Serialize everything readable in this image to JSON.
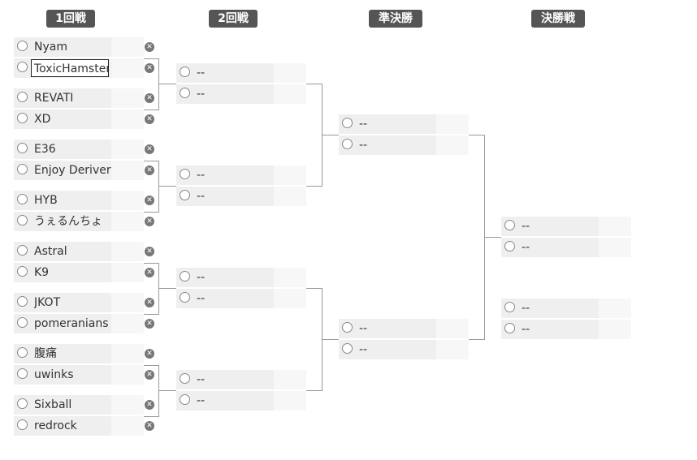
{
  "rounds": [
    {
      "title": "1回戦"
    },
    {
      "title": "2回戦"
    },
    {
      "title": "準決勝"
    },
    {
      "title": "決勝戦"
    }
  ],
  "round1": {
    "teams": [
      "Nyam",
      "ToxicHamster",
      "REVATI",
      "XD",
      "E36",
      "Enjoy Derivery",
      "HYB",
      "うぇるんちょ",
      "Astral",
      "K9",
      "JKOT",
      "pomeranians",
      "腹痛",
      "uwinks",
      "Sixball",
      "redrock"
    ]
  },
  "round2": {
    "teams": [
      "--",
      "--",
      "--",
      "--",
      "--",
      "--",
      "--",
      "--"
    ]
  },
  "semifinal": {
    "teams": [
      "--",
      "--",
      "--",
      "--"
    ]
  },
  "final": {
    "teams": [
      "--",
      "--"
    ]
  },
  "third_place": {
    "teams": [
      "--",
      "--"
    ]
  },
  "icons": {
    "remove": "remove-circle-icon",
    "radio": "radio-icon"
  }
}
